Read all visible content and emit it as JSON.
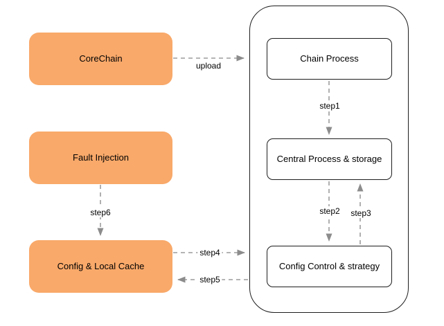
{
  "diagram": {
    "left_nodes": [
      {
        "label": "CoreChain"
      },
      {
        "label": "Fault Injection"
      },
      {
        "label": "Config & Local Cache"
      }
    ],
    "container_nodes": [
      {
        "label": "Chain Process"
      },
      {
        "label": "Central Process & storage"
      },
      {
        "label": "Config Control & strategy"
      }
    ],
    "edges": [
      {
        "label": "upload",
        "from": "CoreChain",
        "to": "container / Chain Process",
        "direction": "right"
      },
      {
        "label": "step1",
        "from": "Chain Process",
        "to": "Central Process & storage",
        "direction": "down"
      },
      {
        "label": "step2",
        "from": "Central Process & storage",
        "to": "Config Control & strategy",
        "direction": "down"
      },
      {
        "label": "step3",
        "from": "Config Control & strategy",
        "to": "Central Process & storage",
        "direction": "up"
      },
      {
        "label": "step4",
        "from": "Config & Local Cache",
        "to": "container",
        "direction": "right"
      },
      {
        "label": "step5",
        "from": "container",
        "to": "Config & Local Cache",
        "direction": "left"
      },
      {
        "label": "step6",
        "from": "Fault Injection",
        "to": "Config & Local Cache",
        "direction": "down"
      }
    ],
    "colors": {
      "node_fill": "#f9a96a",
      "node_border": "#1c1c1c",
      "edge_stroke": "#9c9c9c",
      "arrowhead": "#8c8c8c",
      "background": "#ffffff",
      "text": "#000000"
    }
  }
}
